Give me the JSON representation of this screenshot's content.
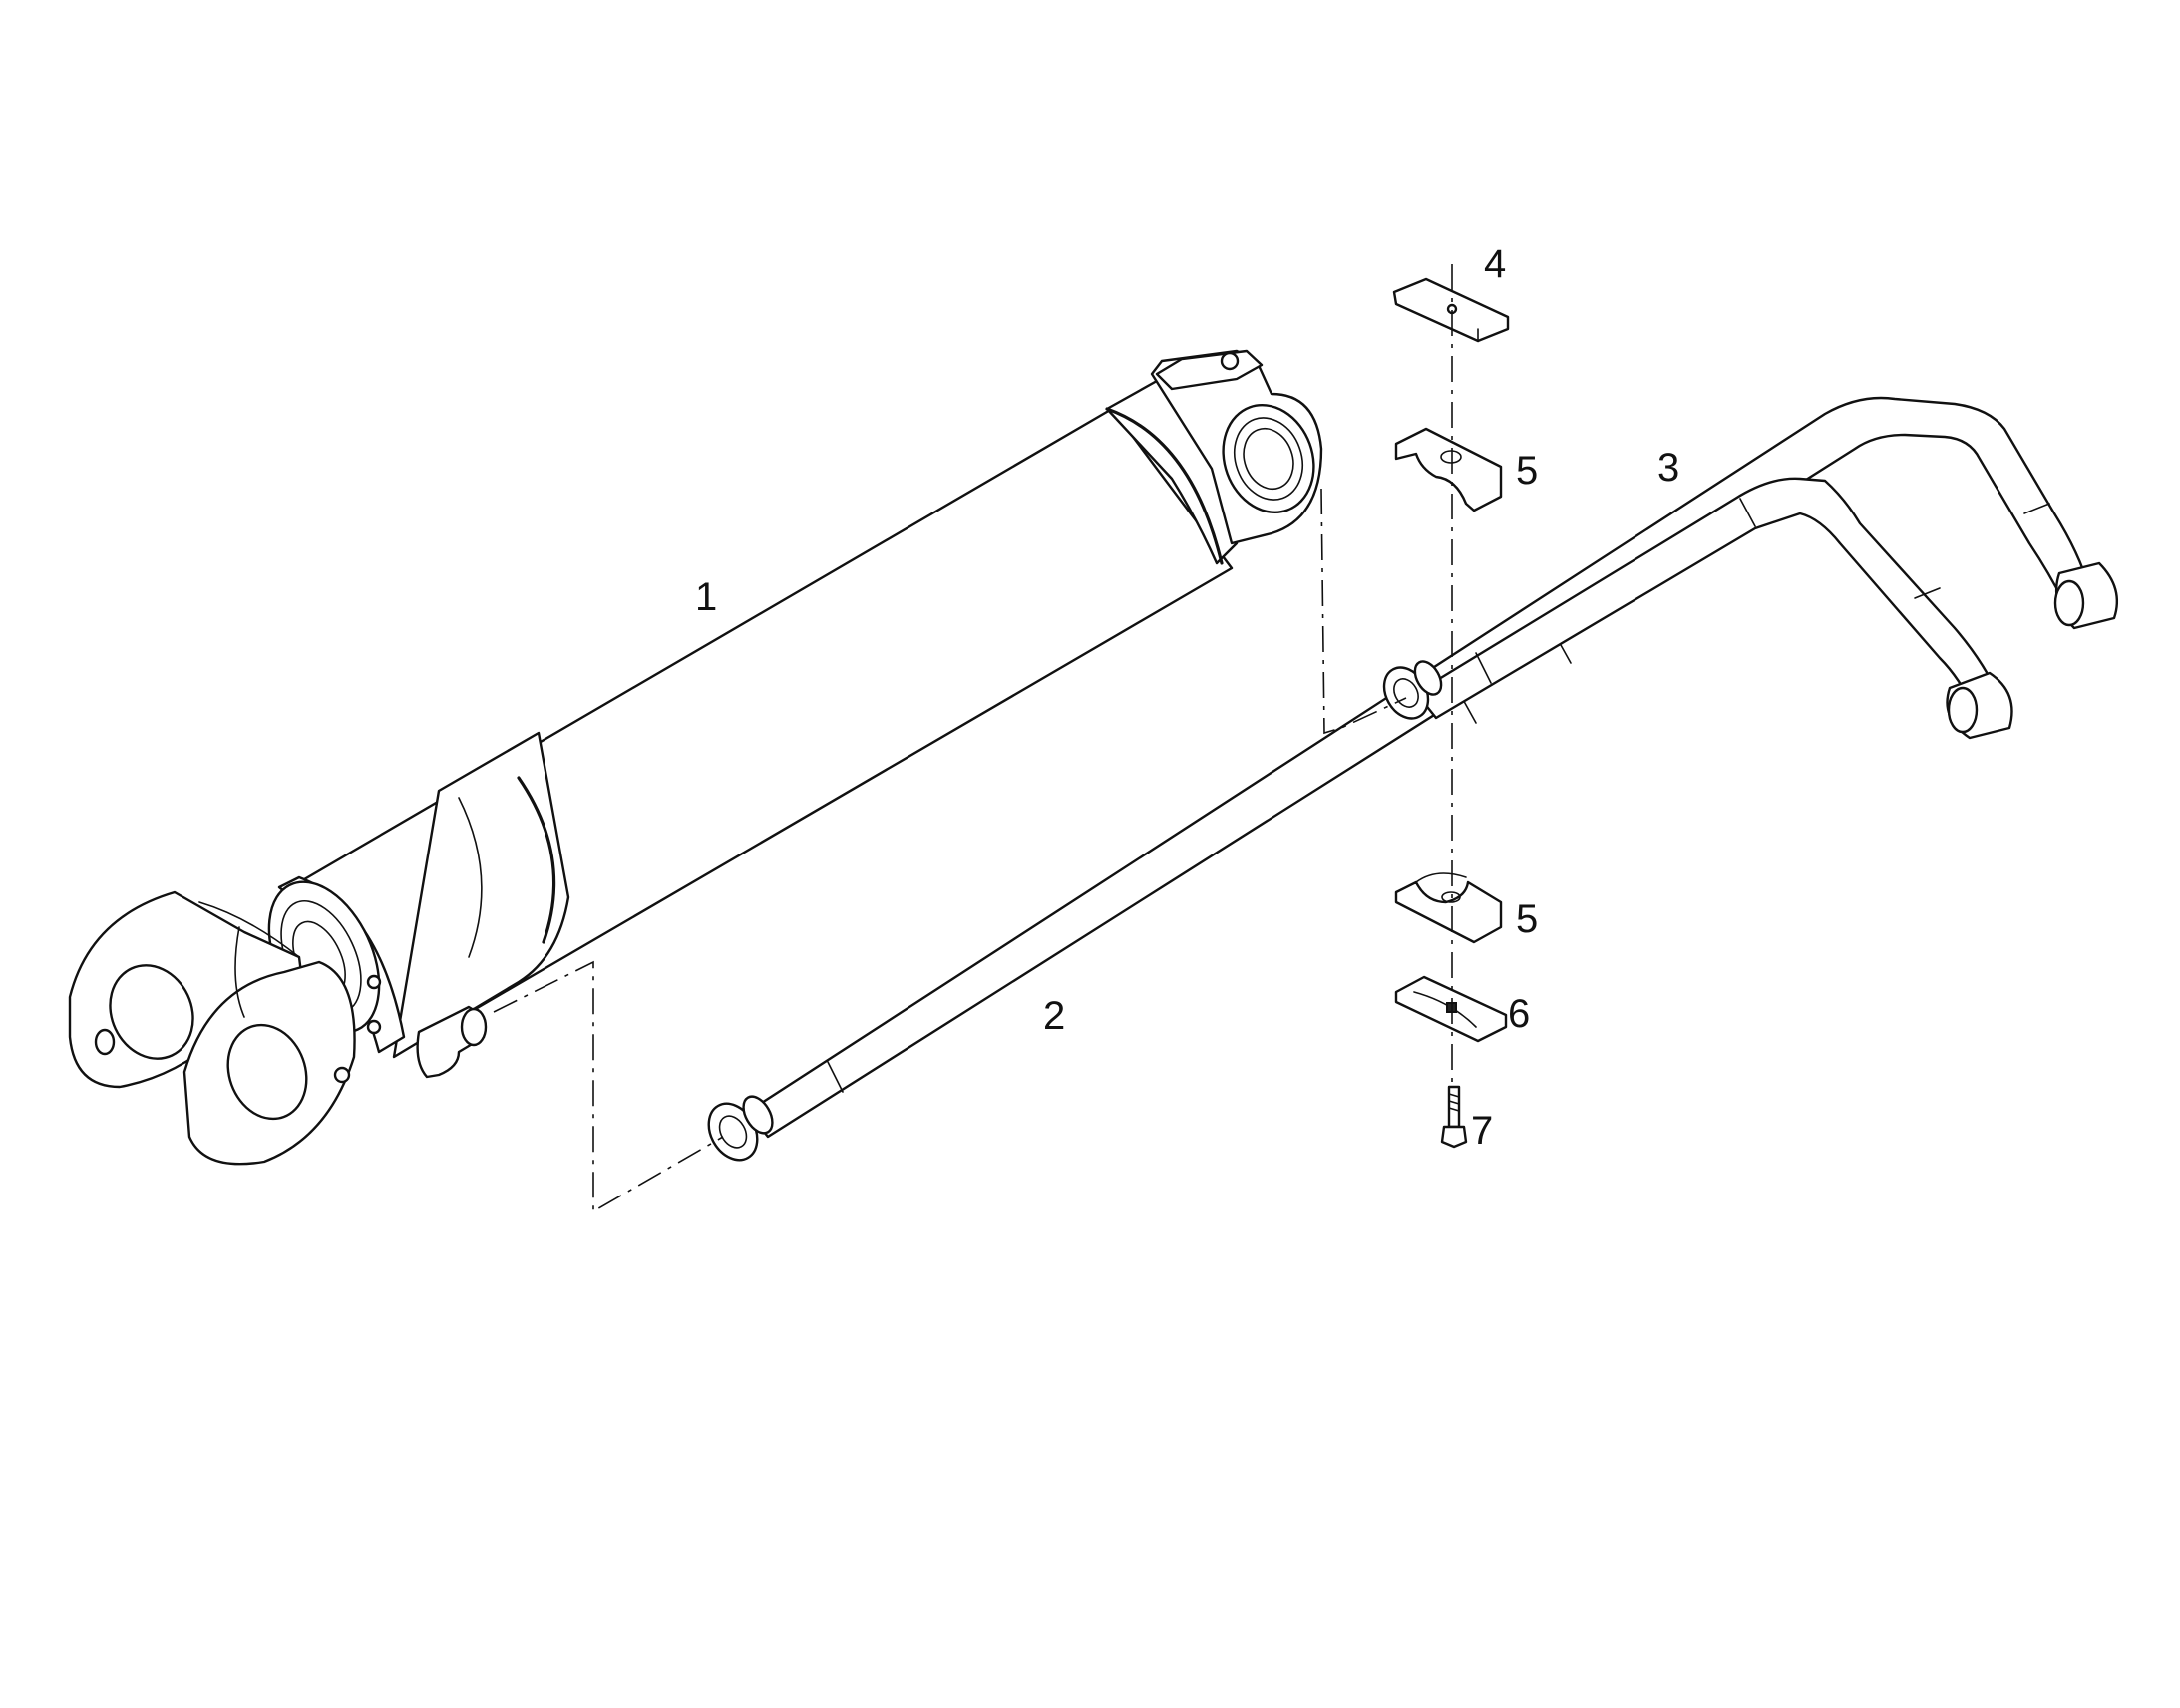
{
  "diagram": {
    "callouts": [
      {
        "id": "1",
        "label": "1"
      },
      {
        "id": "2",
        "label": "2"
      },
      {
        "id": "3",
        "label": "3"
      },
      {
        "id": "4",
        "label": "4"
      },
      {
        "id": "5a",
        "label": "5"
      },
      {
        "id": "5b",
        "label": "5"
      },
      {
        "id": "6",
        "label": "6"
      },
      {
        "id": "7",
        "label": "7"
      }
    ],
    "parts": {
      "1": "hydraulic-cylinder",
      "2": "long-hydraulic-pipe",
      "3": "bent-hydraulic-pipe",
      "4": "clamp-cover-plate",
      "5": "pipe-clamp-half",
      "6": "clamp-base-plate",
      "7": "bolt"
    },
    "line_color": "#111111",
    "background": "#ffffff"
  }
}
